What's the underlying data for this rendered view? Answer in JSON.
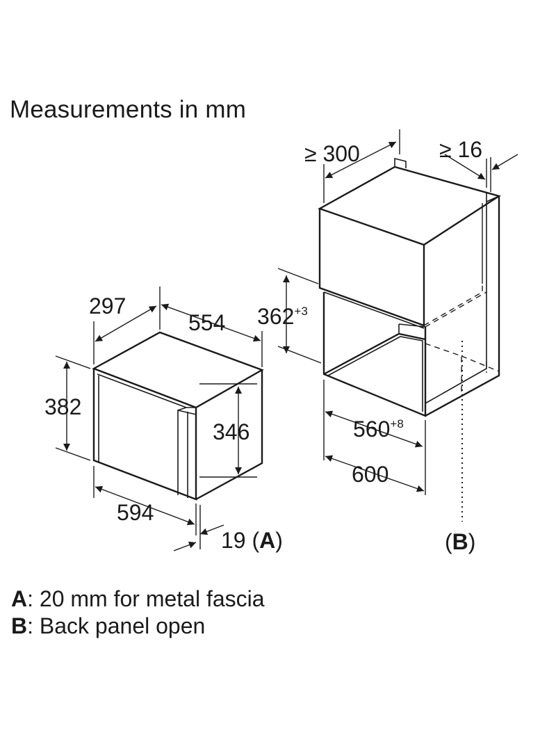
{
  "title": "Measurements in mm",
  "appliance": {
    "dim_depth": "297",
    "dim_depth_total": "554",
    "dim_height": "382",
    "dim_door_height": "346",
    "dim_width": "594",
    "dim_fascia": "19",
    "fascia_marker": "A",
    "paren_open": "(",
    "paren_close": ")"
  },
  "niche": {
    "dim_top_depth": "≥ 300",
    "dim_top_gap": "≥ 16",
    "dim_niche_height": "362",
    "dim_niche_height_tol": "+3",
    "dim_inner_width": "560",
    "dim_inner_width_tol": "+8",
    "dim_outer_width": "600",
    "back_marker": "B",
    "paren_open": "(",
    "paren_close": ")"
  },
  "legend": [
    {
      "key": "A",
      "text": ": 20 mm for metal fascia"
    },
    {
      "key": "B",
      "text": ": Back panel open"
    }
  ]
}
